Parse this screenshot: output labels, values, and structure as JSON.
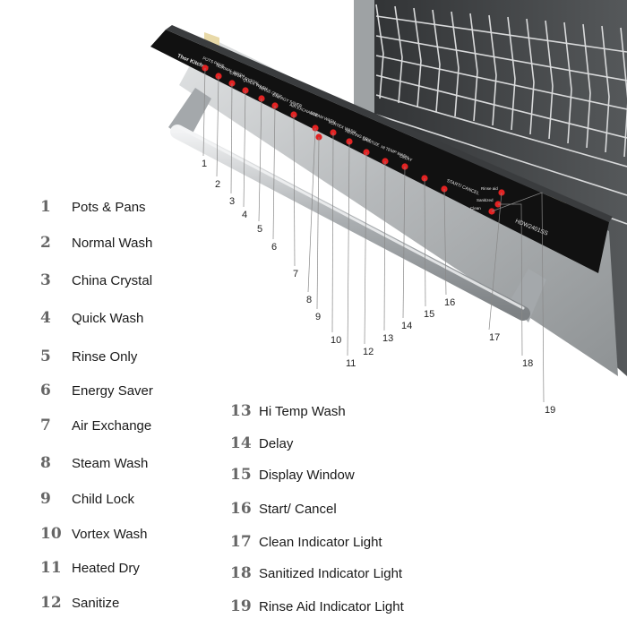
{
  "panel": {
    "brand": "Thor Kitchen",
    "model": "HDW2401SS",
    "button_labels": [
      "POTS PANS",
      "NORMAL WASH",
      "CHINA CRYSTAL",
      "QUICK WASH",
      "RINSE ONLY",
      "ENERGY SAVER",
      "AIR EXCHANGE",
      "STEAM WASH",
      "VORTEX WASH",
      "HEATING DRY",
      "SANITIZE",
      "HI TEMP WASH",
      "DELAY"
    ],
    "start_label": "START/ CANCEL",
    "indicator_labels": [
      "Rinse aid",
      "Sanitized",
      "Clean"
    ]
  },
  "callouts": [
    "1",
    "2",
    "3",
    "4",
    "5",
    "6",
    "7",
    "8",
    "9",
    "10",
    "11",
    "12",
    "13",
    "14",
    "15",
    "16",
    "17",
    "18",
    "19"
  ],
  "legend_left": [
    {
      "num": "1",
      "label": "Pots & Pans"
    },
    {
      "num": "2",
      "label": "Normal Wash"
    },
    {
      "num": "3",
      "label": "China Crystal"
    },
    {
      "num": "4",
      "label": "Quick Wash"
    },
    {
      "num": "5",
      "label": "Rinse Only"
    },
    {
      "num": "6",
      "label": "Energy Saver"
    },
    {
      "num": "7",
      "label": "Air Exchange"
    },
    {
      "num": "8",
      "label": "Steam Wash"
    },
    {
      "num": "9",
      "label": "Child Lock"
    },
    {
      "num": "10",
      "label": "Vortex Wash"
    },
    {
      "num": "11",
      "label": "Heated Dry"
    },
    {
      "num": "12",
      "label": "Sanitize"
    }
  ],
  "legend_right": [
    {
      "num": "13",
      "label": "Hi Temp Wash"
    },
    {
      "num": "14",
      "label": "Delay"
    },
    {
      "num": "15",
      "label": "Display Window"
    },
    {
      "num": "16",
      "label": "Start/ Cancel"
    },
    {
      "num": "17",
      "label": "Clean Indicator Light"
    },
    {
      "num": "18",
      "label": "Sanitized Indicator Light"
    },
    {
      "num": "19",
      "label": "Rinse Aid Indicator Light"
    }
  ],
  "colors": {
    "indicator_red": "#e32222",
    "panel_black": "#111111",
    "steel": "#b9bcbe",
    "leader_line": "#888888"
  }
}
